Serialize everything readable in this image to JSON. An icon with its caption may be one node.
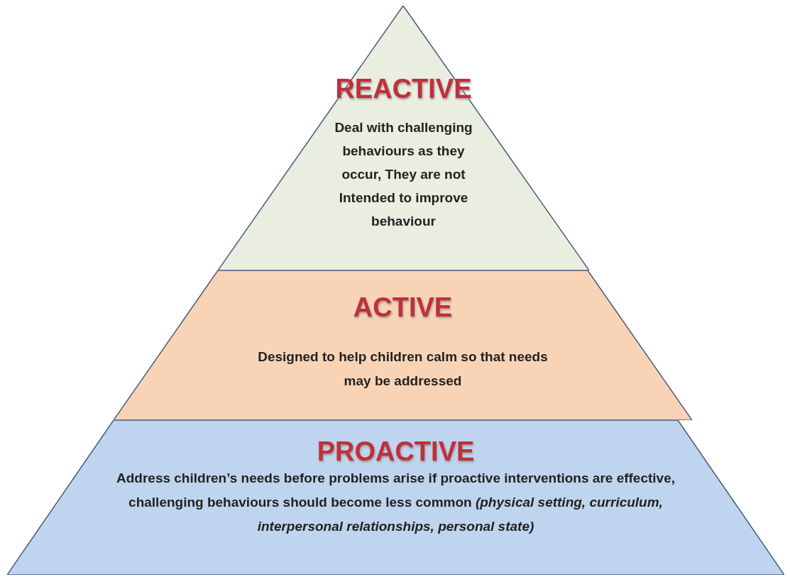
{
  "diagram": {
    "nodes": [
      {
        "text": [
          "REACTIVE",
          "Deal with challenging behaviours as they occur, They are not Intended to improve behaviour"
        ]
      },
      {
        "text": [
          "ACTIVE",
          "Designed to help children calm so that needs may be addressed"
        ]
      },
      {
        "text": [
          "PROACTIVE",
          "Address children’s needs before problems arise if proactive interventions are effective, challenging behaviours should become less common *(physical setting, curriculum, interpersonal relationships, personal state)*"
        ]
      }
    ]
  }
}
